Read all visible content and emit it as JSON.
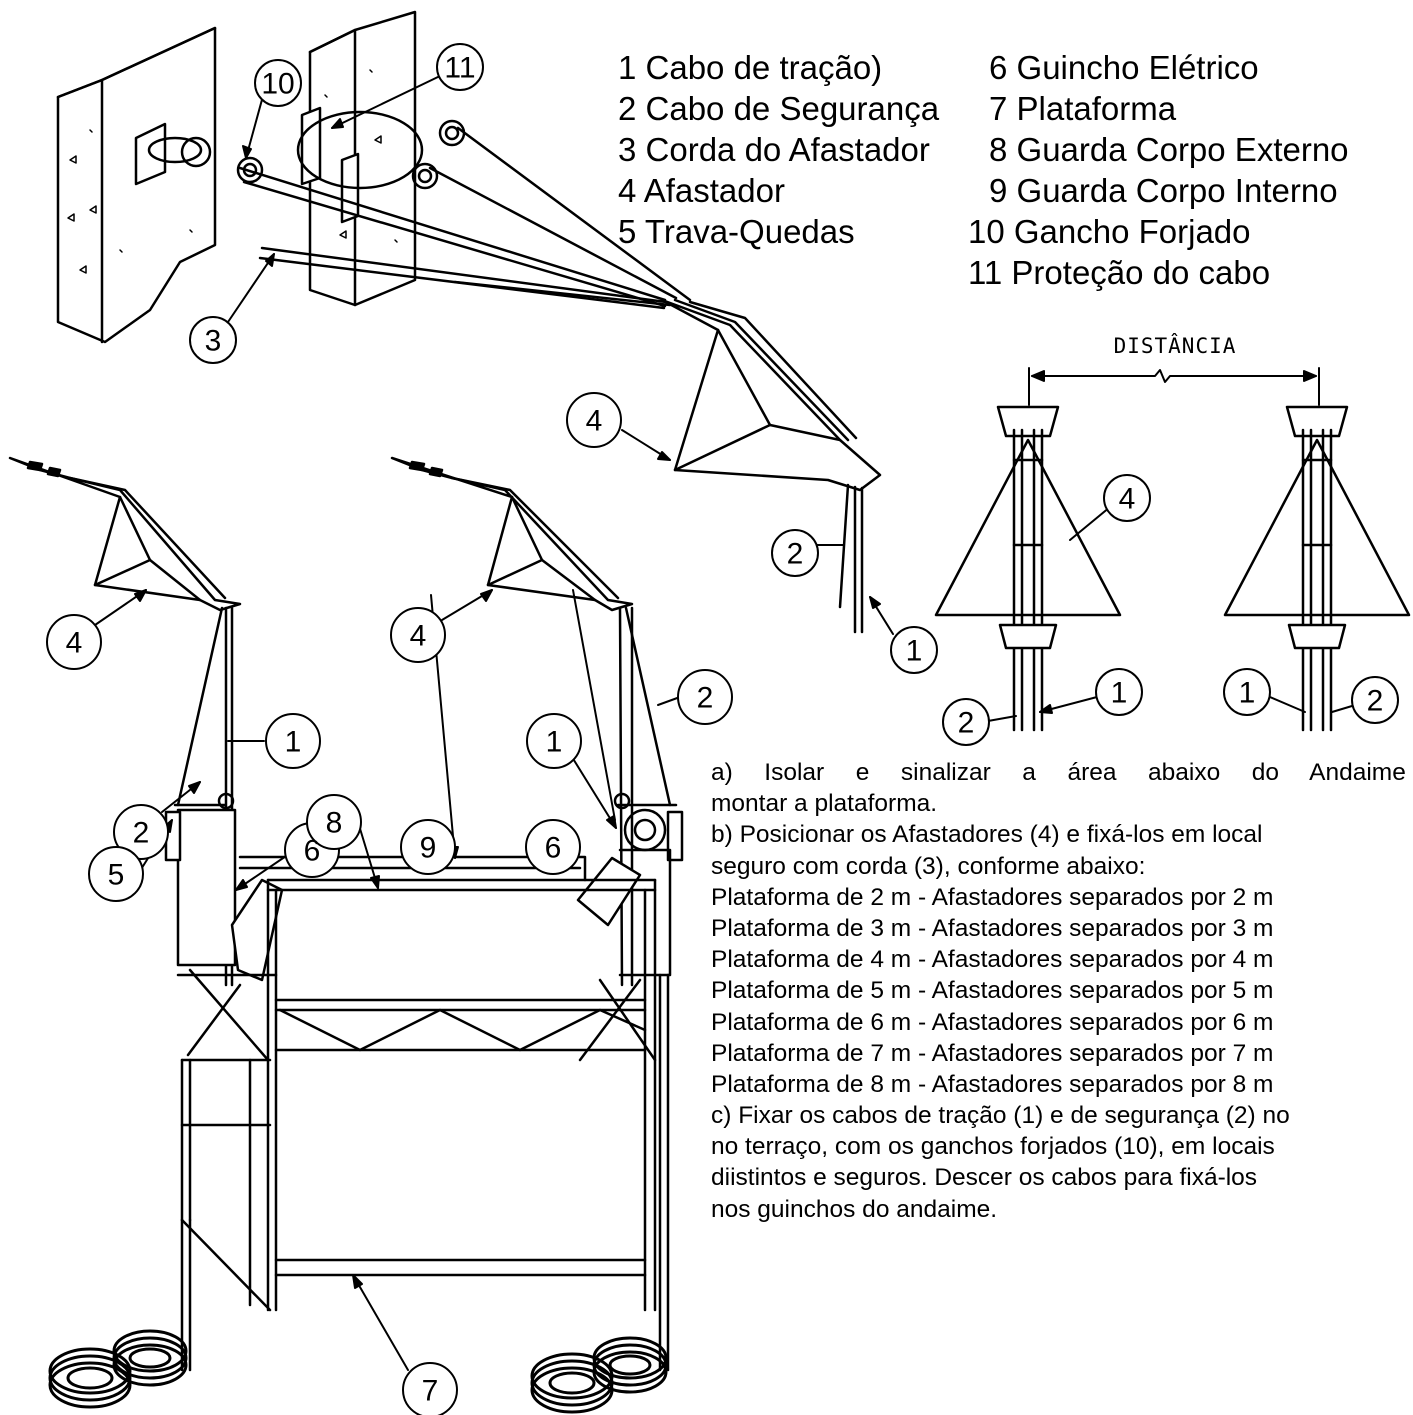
{
  "legend": {
    "left": [
      "1 Cabo de tração)",
      "2 Cabo de Segurança",
      "3 Corda do Afastador",
      "4 Afastador",
      "5 Trava-Quedas"
    ],
    "right": [
      "6 Guincho Elétrico",
      "7 Plataforma",
      "8 Guarda Corpo Externo",
      "9 Guarda Corpo Interno",
      "10 Gancho Forjado",
      "11 Proteção do cabo"
    ]
  },
  "dimension_label": "DISTÂNCIA",
  "callouts": {
    "n1": "1",
    "n2": "2",
    "n3": "3",
    "n4": "4",
    "n5": "5",
    "n6": "6",
    "n7": "7",
    "n8": "8",
    "n9": "9",
    "n10": "10",
    "n11": "11"
  },
  "instructions": {
    "a1": "a) Isolar e sinalizar a área abaixo do Andaime e",
    "a2": "montar a plataforma.",
    "b1": "b) Posicionar  os Afastadores (4) e fixá-los  em local",
    "b2": "seguro com corda (3), conforme abaixo:",
    "rows": [
      "Plataforma de 2 m  - Afastadores separados  por 2 m",
      "Plataforma de 3 m  - Afastadores separados  por 3 m",
      "Plataforma de 4 m  - Afastadores separados  por 4 m",
      "Plataforma de 5 m  - Afastadores separados  por 5 m",
      "Plataforma de 6 m  - Afastadores separados  por 6 m",
      "Plataforma de 7 m  - Afastadores separados  por 7 m",
      "Plataforma de 8 m  - Afastadores separados  por 8 m"
    ],
    "c1": "c) Fixar os cabos de tração (1) e de segurança (2) no",
    "c2": "no  terraço, com os  ganchos forjados (10), em locais",
    "c3": "diistintos  e  seguros.  Descer os  cabos para fixá-los",
    "c4": "nos guinchos do andaime."
  }
}
